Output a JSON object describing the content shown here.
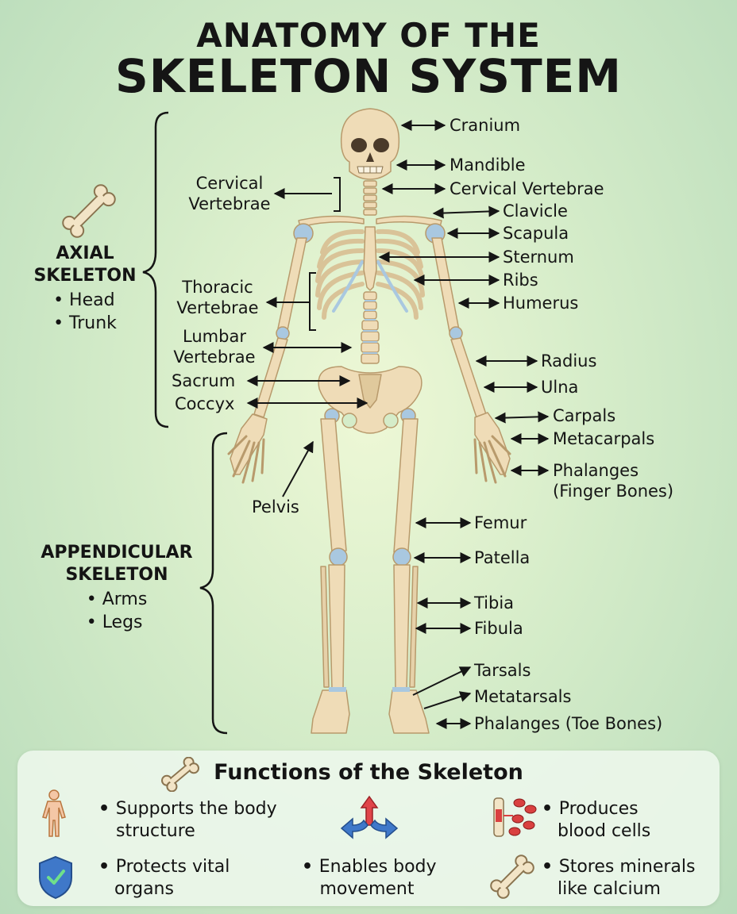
{
  "title": {
    "line1": "ANATOMY OF THE",
    "line2": "SKELETON SYSTEM"
  },
  "axial": {
    "title_line1": "AXIAL",
    "title_line2": "SKELETON",
    "items": [
      "Head",
      "Trunk"
    ]
  },
  "appendicular": {
    "title_line1": "APPENDICULAR",
    "title_line2": "SKELETON",
    "items": [
      "Arms",
      "Legs"
    ]
  },
  "left_labels": {
    "cervical_line1": "Cervical",
    "cervical_line2": "Vertebrae",
    "thoracic_line1": "Thoracic",
    "thoracic_line2": "Vertebrae",
    "lumbar_line1": "Lumbar",
    "lumbar_line2": "Vertebrae",
    "sacrum": "Sacrum",
    "coccyx": "Coccyx",
    "pelvis": "Pelvis"
  },
  "right_labels": {
    "cranium": "Cranium",
    "mandible": "Mandible",
    "cervical": "Cervical Vertebrae",
    "clavicle": "Clavicle",
    "scapula": "Scapula",
    "sternum": "Sternum",
    "ribs": "Ribs",
    "humerus": "Humerus",
    "radius": "Radius",
    "ulna": "Ulna",
    "carpals": "Carpals",
    "metacarpals": "Metacarpals",
    "phalanges_hand_line1": "Phalanges",
    "phalanges_hand_line2": "(Finger Bones)",
    "femur": "Femur",
    "patella": "Patella",
    "tibia": "Tibia",
    "fibula": "Fibula",
    "tarsals": "Tarsals",
    "metatarsals": "Metatarsals",
    "phalanges_foot": "Phalanges (Toe Bones)"
  },
  "functions": {
    "title": "Functions of the Skeleton",
    "items": [
      {
        "line1": "Supports the body",
        "line2": "structure",
        "icon": "human-body-icon"
      },
      {
        "line1": "Produces",
        "line2": "blood cells",
        "icon": "blood-cells-icon"
      },
      {
        "line1": "Protects vital",
        "line2": "organs",
        "icon": "shield-check-icon"
      },
      {
        "line1": "Enables body",
        "line2": "movement",
        "icon": "direction-arrows-icon"
      },
      {
        "line1": "Stores minerals",
        "line2": "like calcium",
        "icon": "bone-icon"
      }
    ]
  },
  "colors": {
    "bone": "#ecd9b4",
    "bone_outline": "#b89a6c",
    "cartilage": "#a9c8e0",
    "text": "#151515"
  }
}
